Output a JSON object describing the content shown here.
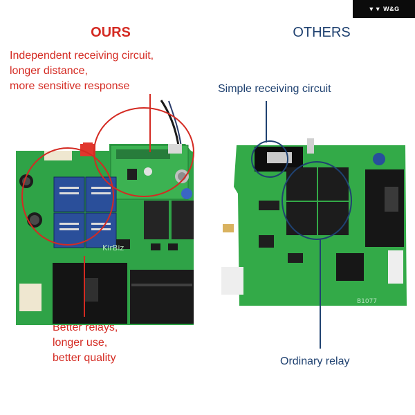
{
  "brand": {
    "text": "W&G",
    "logo_icon": "wing-icon"
  },
  "ours": {
    "title": "OURS",
    "receiving_text": [
      "Independent receiving circuit,",
      "longer distance,",
      "more sensitive response"
    ],
    "relay_text": [
      "Better relays,",
      "longer use,",
      "better quality"
    ],
    "board_label": "KirBiz"
  },
  "others": {
    "title": "OTHERS",
    "receiving_text": "Simple receiving circuit",
    "relay_text": "Ordinary relay",
    "board_label": "B1077"
  },
  "colors": {
    "ours_accent": "#d42a22",
    "others_accent": "#1f4170",
    "pcb_green": "#2fa347"
  }
}
